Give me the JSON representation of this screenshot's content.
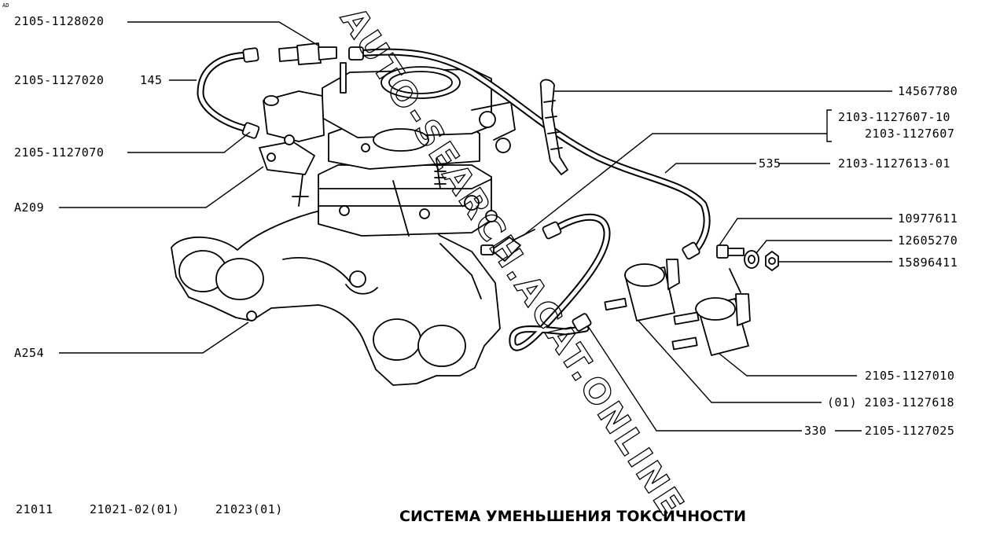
{
  "corner_mark": "AD",
  "labels": {
    "fuel_fitting": "2105-1128020",
    "hose_left": "2105-1127020",
    "hose_left_length": "145",
    "fitting_left": "2105-1127070",
    "ref_a209": "A209",
    "ref_a254": "A254",
    "clamp": "14567780",
    "tee_a": "2103-1127607-10",
    "tee_b": "2103-1127607",
    "hose_long_length": "535",
    "hose_long": "2103-1127613-01",
    "bolt": "10977611",
    "washer": "12605270",
    "nut": "15896411",
    "valve_a": "2105-1127010",
    "valve_b": "(01) 2103-1127618",
    "hose_loop_length": "330",
    "hose_loop": "2105-1127025"
  },
  "models": [
    "21011",
    "21021-02(01)",
    "21023(01)"
  ],
  "title": "СИСТЕМА УМЕНЬШЕНИЯ ТОКСИЧНОСТИ",
  "watermark": "AUTO-SEARCH.ACAT.ONLINE"
}
